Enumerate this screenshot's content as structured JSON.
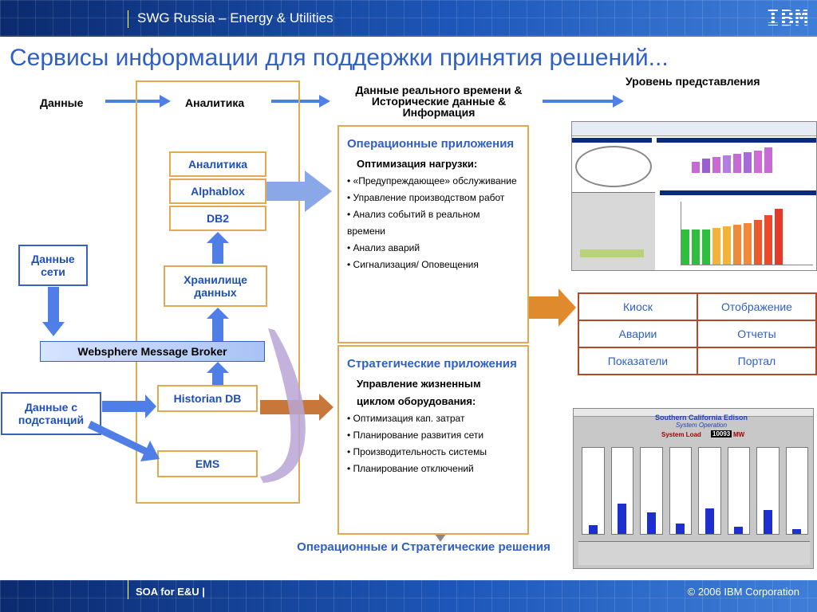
{
  "header": {
    "title": "SWG Russia – Energy & Utilities",
    "logo_text": "IBM"
  },
  "slide_title": "Сервисы информации для поддержки принятия решений...",
  "flow": {
    "data_label": "Данные",
    "analytics_label": "Аналитика",
    "realtime_label": "Данные реального времени & Исторические данные  & Информация",
    "presentation_label": "Уровень представления"
  },
  "stack": {
    "analytics": "Аналитика",
    "alphablox": "Alphablox",
    "db2": "DB2",
    "warehouse": "Хранилище данных",
    "historian": "Historian DB",
    "ems": "EMS"
  },
  "network_data": "Данные сети",
  "substation_data": "Данные с подстанций",
  "broker": "Websphere Message Broker",
  "operational": {
    "title": "Операционные приложения",
    "subtitle": "Оптимизация нагрузки:",
    "items": [
      "• «Предупреждающее» обслуживание",
      "• Управление производством работ",
      "• Анализ событий в реальном времени",
      "• Анализ аварий",
      "• Сигнализация/ Оповещения"
    ]
  },
  "strategic": {
    "title": "Стратегические приложения",
    "subtitle": "Управление жизненным циклом оборудования:",
    "items": [
      "• Оптимизация кап. затрат",
      "• Планирование развития сети",
      "• Производительность системы",
      "• Планирование отключений"
    ]
  },
  "presentation_grid": [
    [
      "Киоск",
      "Отображение"
    ],
    [
      "Аварии",
      "Отчеты"
    ],
    [
      "Показатели",
      "Портал"
    ]
  ],
  "bottom_caption": "Операционные и  Стратегические решения",
  "footer": {
    "left": "SOA for E&U |",
    "right": "© 2006  IBM Corporation"
  },
  "sce_panel": {
    "title": "Southern California Edison",
    "subtitle": "System Operation",
    "load_label": "System Load",
    "load_value": "10093",
    "load_unit": "MW"
  },
  "colors": {
    "accent": "#2f5fc4",
    "arrow": "#4f7fe6",
    "border": "#e2a852",
    "grid_border": "#b04a2a"
  }
}
